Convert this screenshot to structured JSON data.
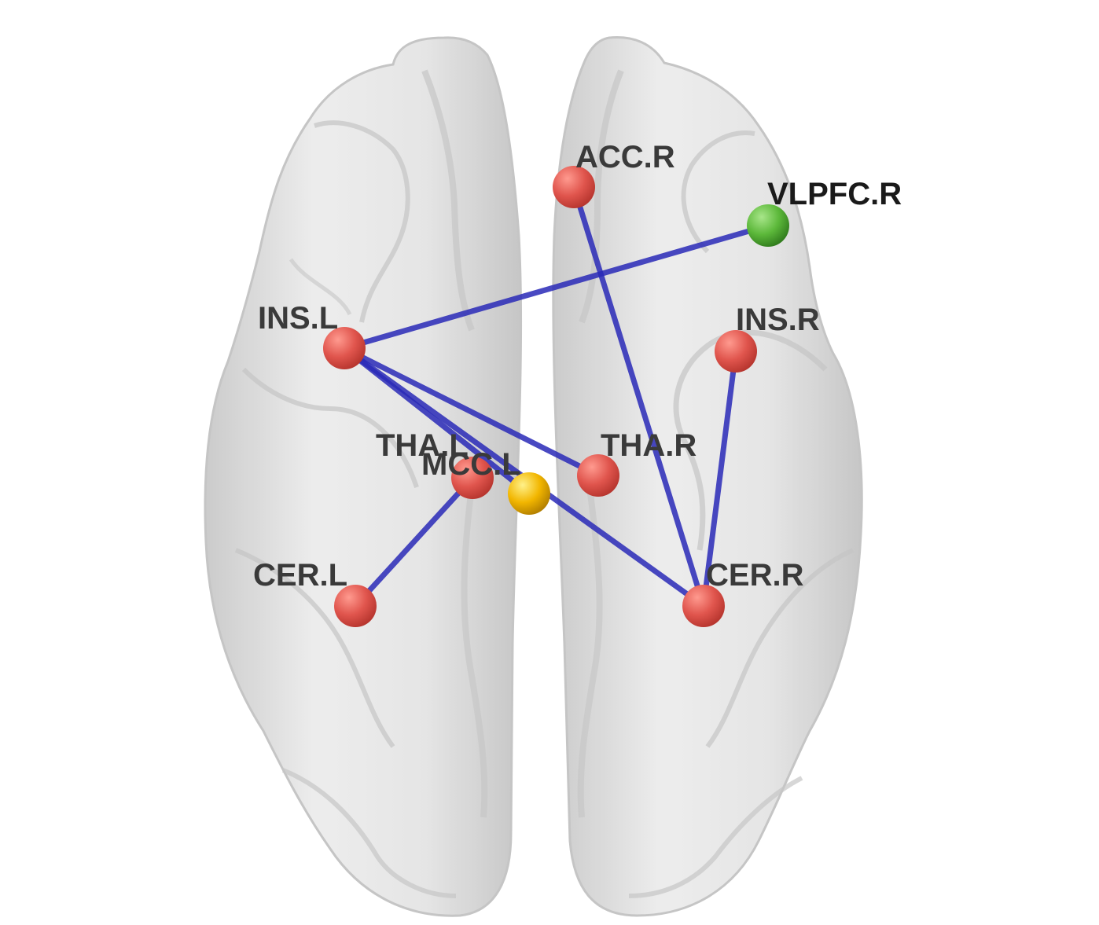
{
  "figure": {
    "background_color": "#ffffff",
    "brain_color": "#d9d9d9",
    "edge_color": "#2a2ab8",
    "label_color": "#3a3a3a"
  },
  "nodes": [
    {
      "id": "ACC.R",
      "label": "ACC.R",
      "color": "#e0554d"
    },
    {
      "id": "VLPFC.R",
      "label": "VLPFC.R",
      "color": "#5cb83a"
    },
    {
      "id": "INS.L",
      "label": "INS.L",
      "color": "#e0554d"
    },
    {
      "id": "INS.R",
      "label": "INS.R",
      "color": "#e0554d"
    },
    {
      "id": "THA.L",
      "label": "THA.L",
      "color": "#e0554d"
    },
    {
      "id": "MCC.L",
      "label": "MCC.L",
      "color": "#f2b600"
    },
    {
      "id": "THA.R",
      "label": "THA.R",
      "color": "#e0554d"
    },
    {
      "id": "CER.L",
      "label": "CER.L",
      "color": "#e0554d"
    },
    {
      "id": "CER.R",
      "label": "CER.R",
      "color": "#e0554d"
    }
  ],
  "edges": [
    {
      "from": "INS.L",
      "to": "VLPFC.R"
    },
    {
      "from": "INS.L",
      "to": "THA.R"
    },
    {
      "from": "INS.L",
      "to": "MCC.L"
    },
    {
      "from": "INS.L",
      "to": "CER.R"
    },
    {
      "from": "ACC.R",
      "to": "CER.R"
    },
    {
      "from": "INS.R",
      "to": "CER.R"
    },
    {
      "from": "THA.L",
      "to": "CER.L"
    }
  ]
}
